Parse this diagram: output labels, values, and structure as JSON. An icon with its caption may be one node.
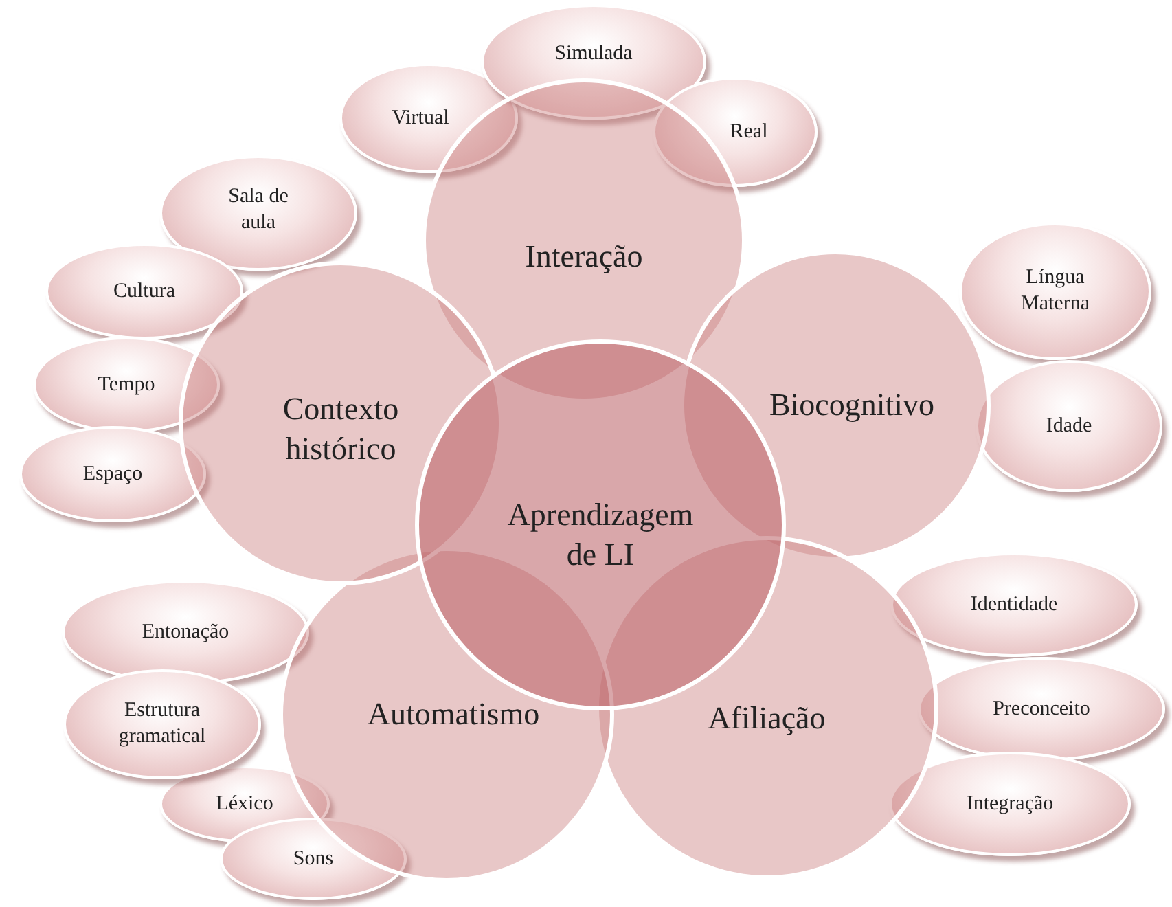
{
  "diagram": {
    "nodes": [
      {
        "text": [
          "Aprendizagem de LI"
        ]
      },
      {
        "text": [
          "Interação"
        ]
      },
      {
        "text": [
          "Virtual"
        ]
      },
      {
        "text": [
          "Simulada"
        ]
      },
      {
        "text": [
          "Real"
        ]
      },
      {
        "text": [
          "Biocognitivo"
        ]
      },
      {
        "text": [
          "Língua Materna"
        ]
      },
      {
        "text": [
          "Idade"
        ]
      },
      {
        "text": [
          "Afiliação"
        ]
      },
      {
        "text": [
          "Identidade"
        ]
      },
      {
        "text": [
          "Preconceito"
        ]
      },
      {
        "text": [
          "Integração"
        ]
      },
      {
        "text": [
          "Automatismo"
        ]
      },
      {
        "text": [
          "Entonação"
        ]
      },
      {
        "text": [
          "Estrutura gramatical"
        ]
      },
      {
        "text": [
          "Léxico"
        ]
      },
      {
        "text": [
          "Sons"
        ]
      },
      {
        "text": [
          "Contexto histórico"
        ]
      },
      {
        "text": [
          "Sala de aula"
        ]
      },
      {
        "text": [
          "Cultura"
        ]
      },
      {
        "text": [
          "Tempo"
        ]
      },
      {
        "text": [
          "Espaço"
        ]
      }
    ]
  }
}
